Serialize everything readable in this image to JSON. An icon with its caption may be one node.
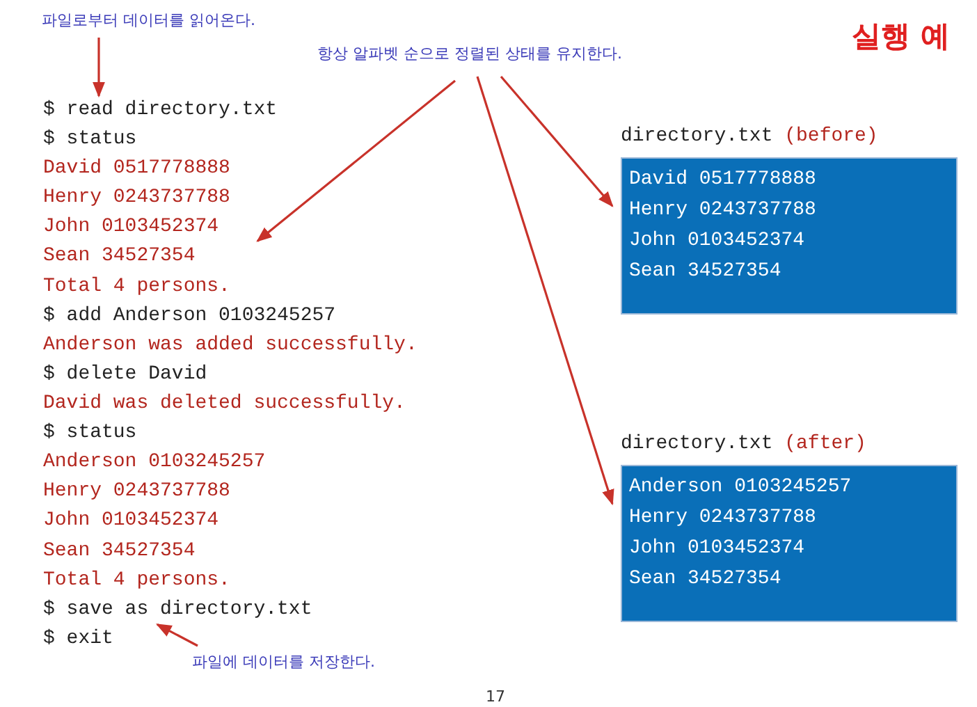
{
  "diagram": {
    "title": "실행 예",
    "nodes": [
      {
        "text": [
          "파일로부터 데이터를 읽어온다."
        ]
      },
      {
        "text": [
          "항상 알파벳 순으로 정렬된 상태를 유지한다."
        ]
      },
      {
        "text": [
          "$ read directory.txt"
        ]
      },
      {
        "text": [
          "David 0517778888",
          "Henry 0243737788",
          "John 0103452374",
          "Sean 34527354"
        ]
      },
      {
        "text": [
          "directory.txt",
          "(before)",
          "David 0517778888",
          "Henry 0243737788",
          "John 0103452374",
          "Sean 34527354"
        ]
      },
      {
        "text": [
          "directory.txt",
          "(after)",
          "Anderson 0103245257",
          "Henry 0243737788",
          "John 0103452374",
          "Sean 34527354"
        ]
      },
      {
        "text": [
          "$ save as directory.txt"
        ]
      },
      {
        "text": [
          "파일에 데이터를 저장한다."
        ]
      }
    ],
    "edges": [
      {
        "from": 0,
        "to": 2,
        "arrow": "to"
      },
      {
        "from": 1,
        "to": 3,
        "arrow": "to"
      },
      {
        "from": 1,
        "to": 4,
        "arrow": "to"
      },
      {
        "from": 1,
        "to": 5,
        "arrow": "to"
      },
      {
        "from": 7,
        "to": 6,
        "arrow": "to"
      }
    ],
    "labels": [
      "$ status",
      "Total 4 persons.",
      "$ add Anderson 0103245257",
      "Anderson was added successfully.",
      "$ delete David",
      "David was deleted successfully.",
      "$ status",
      "Anderson 0103245257",
      "Henry 0243737788",
      "John 0103452374",
      "Sean 34527354",
      "Total 4 persons.",
      "$ exit",
      "17"
    ]
  }
}
